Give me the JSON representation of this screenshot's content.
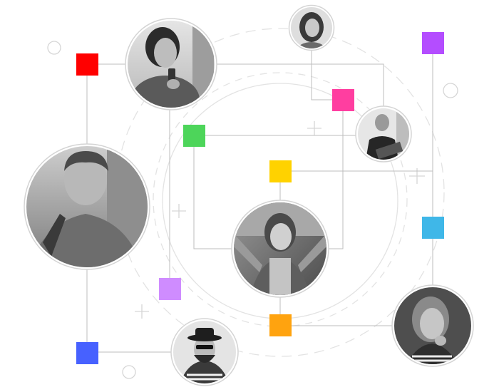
{
  "palette": {
    "red": "#ff0000",
    "magenta": "#ff3ea0",
    "violet": "#b44dff",
    "green": "#4dd55a",
    "yellow": "#ffd200",
    "lavender": "#cf8cff",
    "orange": "#ffa30f",
    "blue": "#4761ff",
    "cyan": "#3fb7e8",
    "line": "#bdbdbd",
    "ring": "#e3e3e3",
    "avatar_border": "#d4d4d4"
  },
  "people": [
    {
      "id": "woman-phone",
      "icon": "person-avatar-icon"
    },
    {
      "id": "woman-top",
      "icon": "person-avatar-icon"
    },
    {
      "id": "man-laptop",
      "icon": "person-avatar-icon"
    },
    {
      "id": "man-backpack",
      "icon": "person-avatar-icon"
    },
    {
      "id": "woman-center",
      "icon": "person-avatar-icon"
    },
    {
      "id": "man-hat",
      "icon": "person-avatar-icon"
    },
    {
      "id": "woman-right",
      "icon": "person-avatar-icon"
    }
  ]
}
